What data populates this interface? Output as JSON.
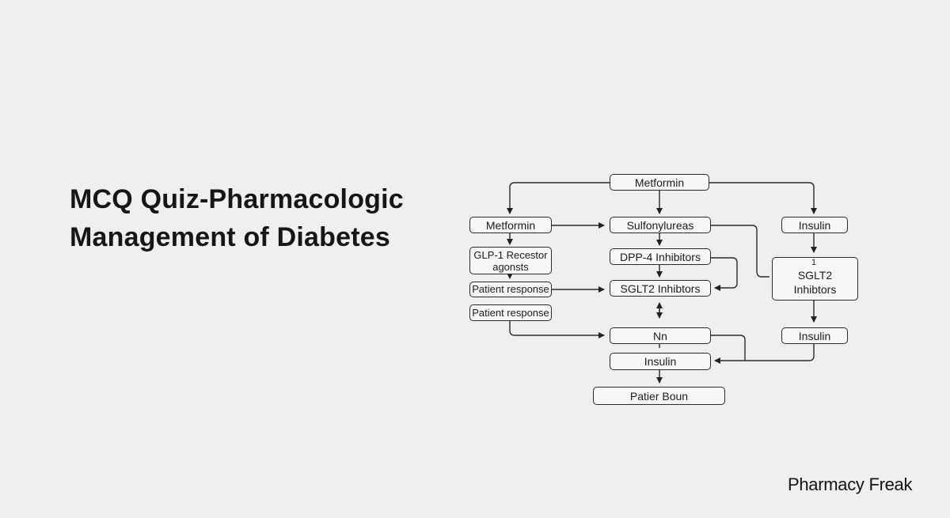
{
  "title": {
    "line1": "MCQ Quiz-Pharmacologic",
    "line2": "Management of Diabetes"
  },
  "diagram": {
    "nodes": {
      "metformin_top": "Metformin",
      "metformin_left": "Metformin",
      "glp1": "GLP-1 Recestor\nagonsts",
      "patient_response_1": "Patient response",
      "patient_response_2": "Patient response",
      "sulfonylureas": "Sulfonylureas",
      "dpp4": "DPP-4 Inhibitors",
      "sglt2_mid": "SGLT2 Inhibtors",
      "nn": "Nn",
      "insulin_mid": "Insulin",
      "patier_boun": "Patier Boun",
      "insulin_right_top": "Insulin",
      "sglt2_right": "SGLT2\nInhibtors",
      "sglt2_right_marker": "1",
      "insulin_right_bottom": "Insulin"
    }
  },
  "brand": "Pharmacy Freak"
}
